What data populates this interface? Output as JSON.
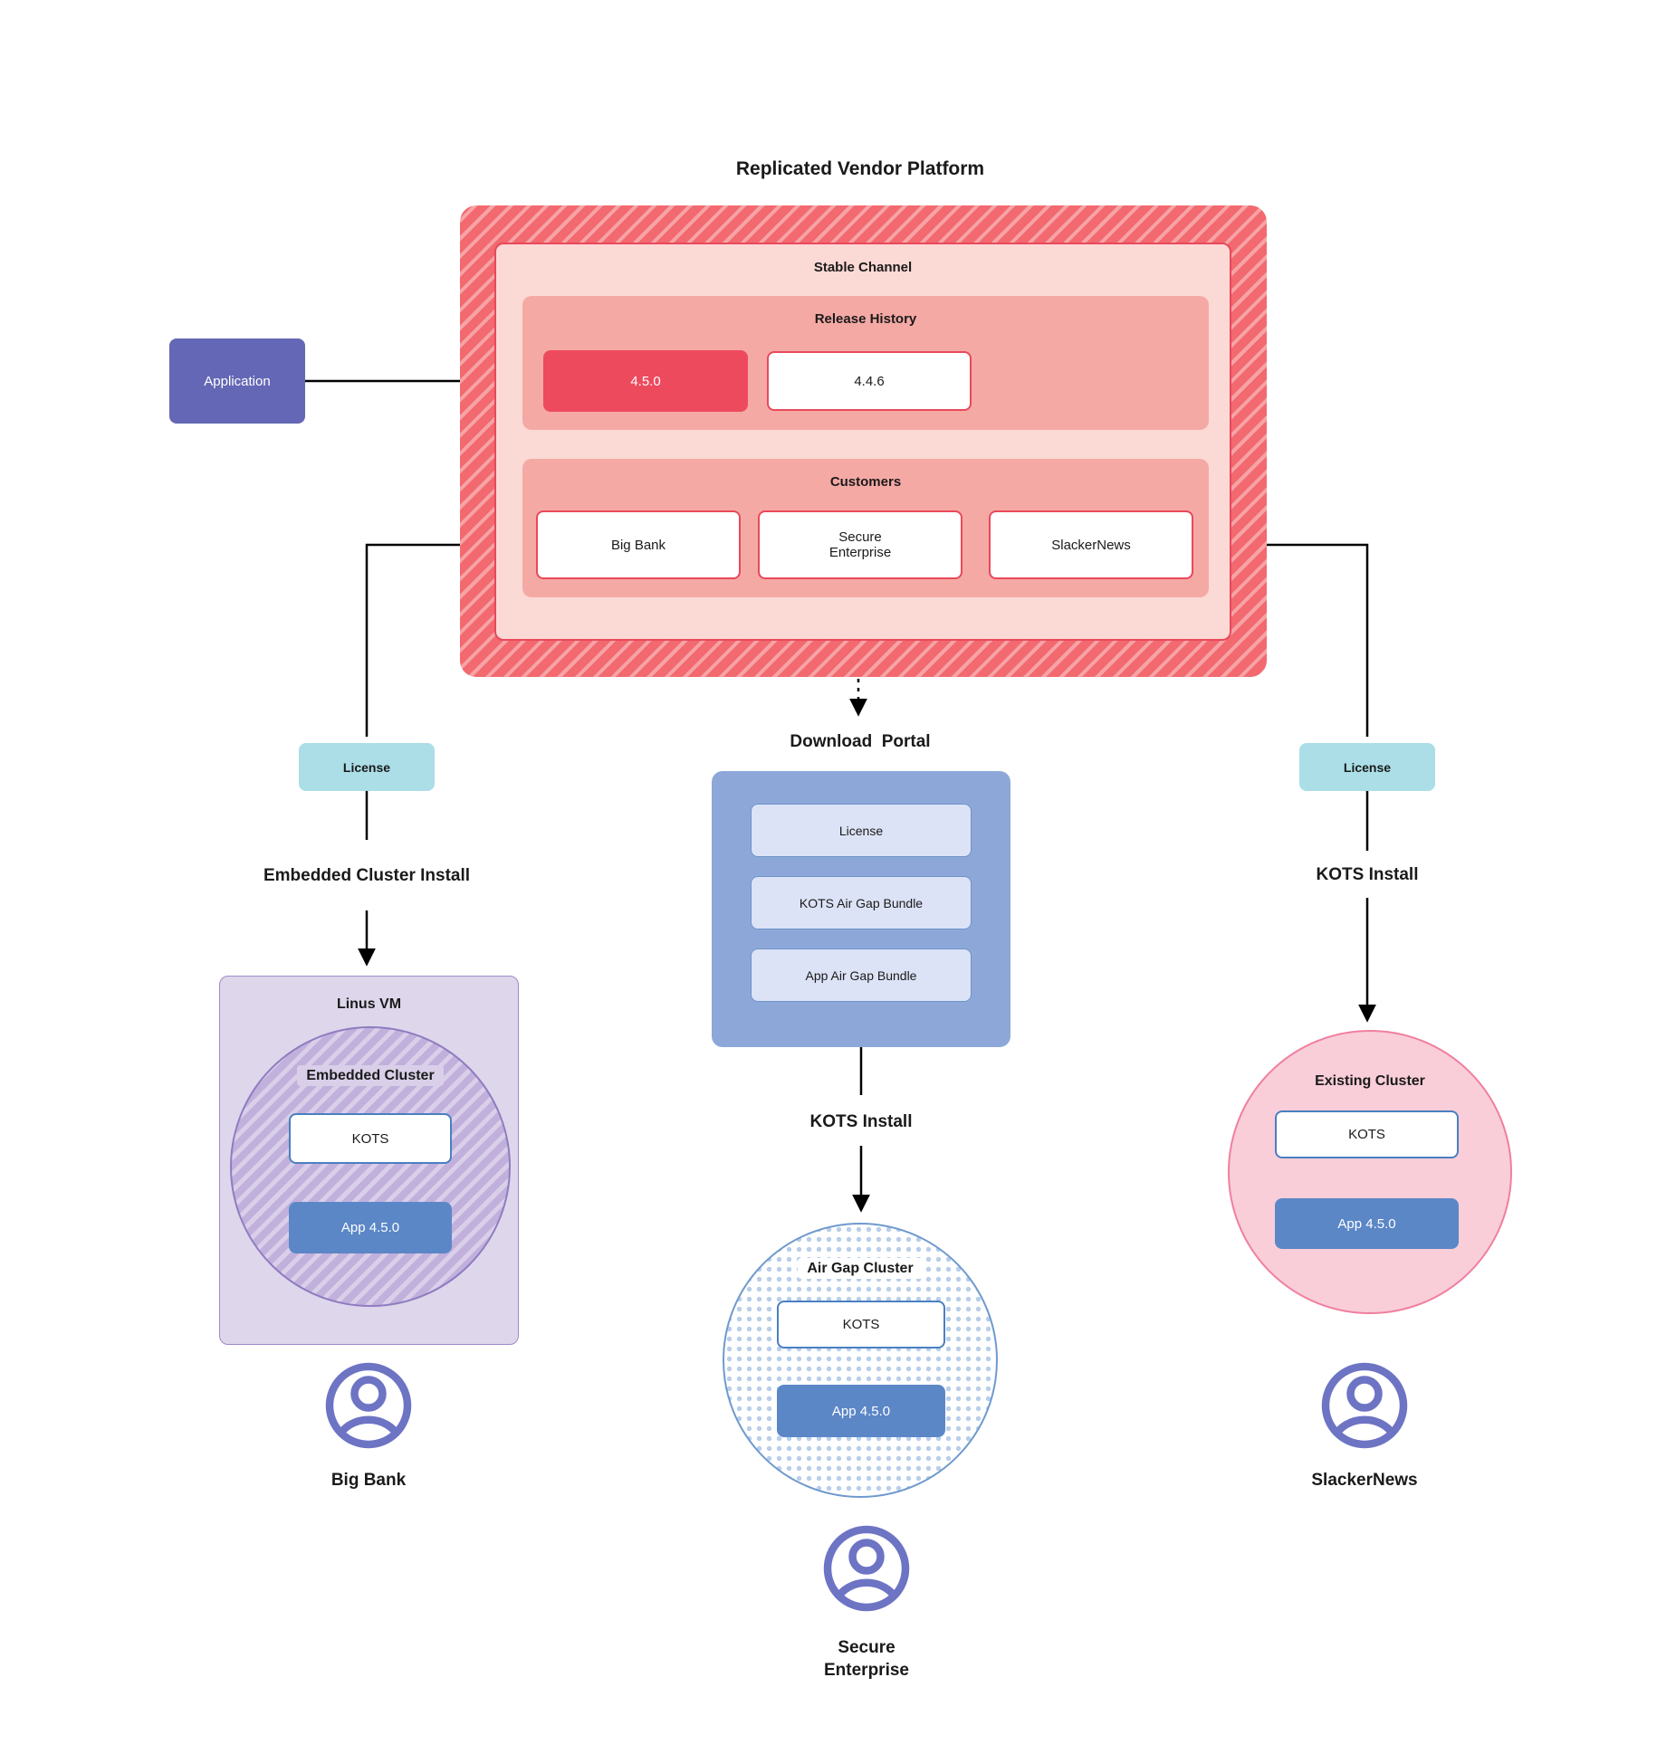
{
  "title": "Replicated Vendor Platform",
  "platform": {
    "stable_channel": {
      "label": "Stable Channel"
    },
    "release_history": {
      "label": "Release History",
      "releases": [
        {
          "version": "4.5.0",
          "highlight": true
        },
        {
          "version": "4.4.6",
          "highlight": false
        }
      ]
    },
    "customers": {
      "label": "Customers",
      "items": [
        "Big Bank",
        "Secure Enterprise",
        "SlackerNews"
      ]
    }
  },
  "application": {
    "label": "Application"
  },
  "left_branch": {
    "license_label": "License",
    "install_label": "Embedded Cluster Install",
    "vm_label": "Linus VM",
    "cluster_label": "Embedded Cluster",
    "kots_label": "KOTS",
    "app_label": "App 4.5.0",
    "user_label": "Big Bank"
  },
  "middle_branch": {
    "portal_label": "Download  Portal",
    "portal_items": [
      "License",
      "KOTS Air Gap Bundle",
      "App Air Gap Bundle"
    ],
    "install_label": "KOTS Install",
    "cluster_label": "Air Gap Cluster",
    "kots_label": "KOTS",
    "app_label": "App 4.5.0",
    "user_label": "Secure Enterprise"
  },
  "right_branch": {
    "license_label": "License",
    "install_label": "KOTS Install",
    "cluster_label": "Existing Cluster",
    "kots_label": "KOTS",
    "app_label": "App 4.5.0",
    "user_label": "SlackerNews"
  },
  "colors": {
    "hatch-red-dark": "#f2696f",
    "hatch-red-light": "#f7a3a5",
    "channel-bg": "#fbd9d5",
    "channel-border": "#e8495b",
    "section-bg": "#f5a9a4",
    "release-active": "#ee4a5e",
    "application-purple": "#6467b5",
    "license-teal": "#abdee7",
    "portal-blue": "#8da8d8",
    "portal-item-bg": "#dce3f6",
    "portal-item-border": "#6e93cb",
    "vm-bg": "#ded7ec",
    "vm-border": "#9d8bc9",
    "cluster-stripe-dark": "#c1b0dc",
    "cluster-stripe-light": "#d9cfe9",
    "cluster-border-purple": "#8f7cc0",
    "kots-border": "#4a7fc1",
    "app-blue": "#5b87c7",
    "existing-bg": "#f9ced9",
    "existing-border": "#f07f9f",
    "airgap-dot": "#b9cfeb",
    "airgap-border": "#6f9acd",
    "user-icon": "#6d74c4",
    "text": "#1a1a1a",
    "line": "#000000"
  }
}
